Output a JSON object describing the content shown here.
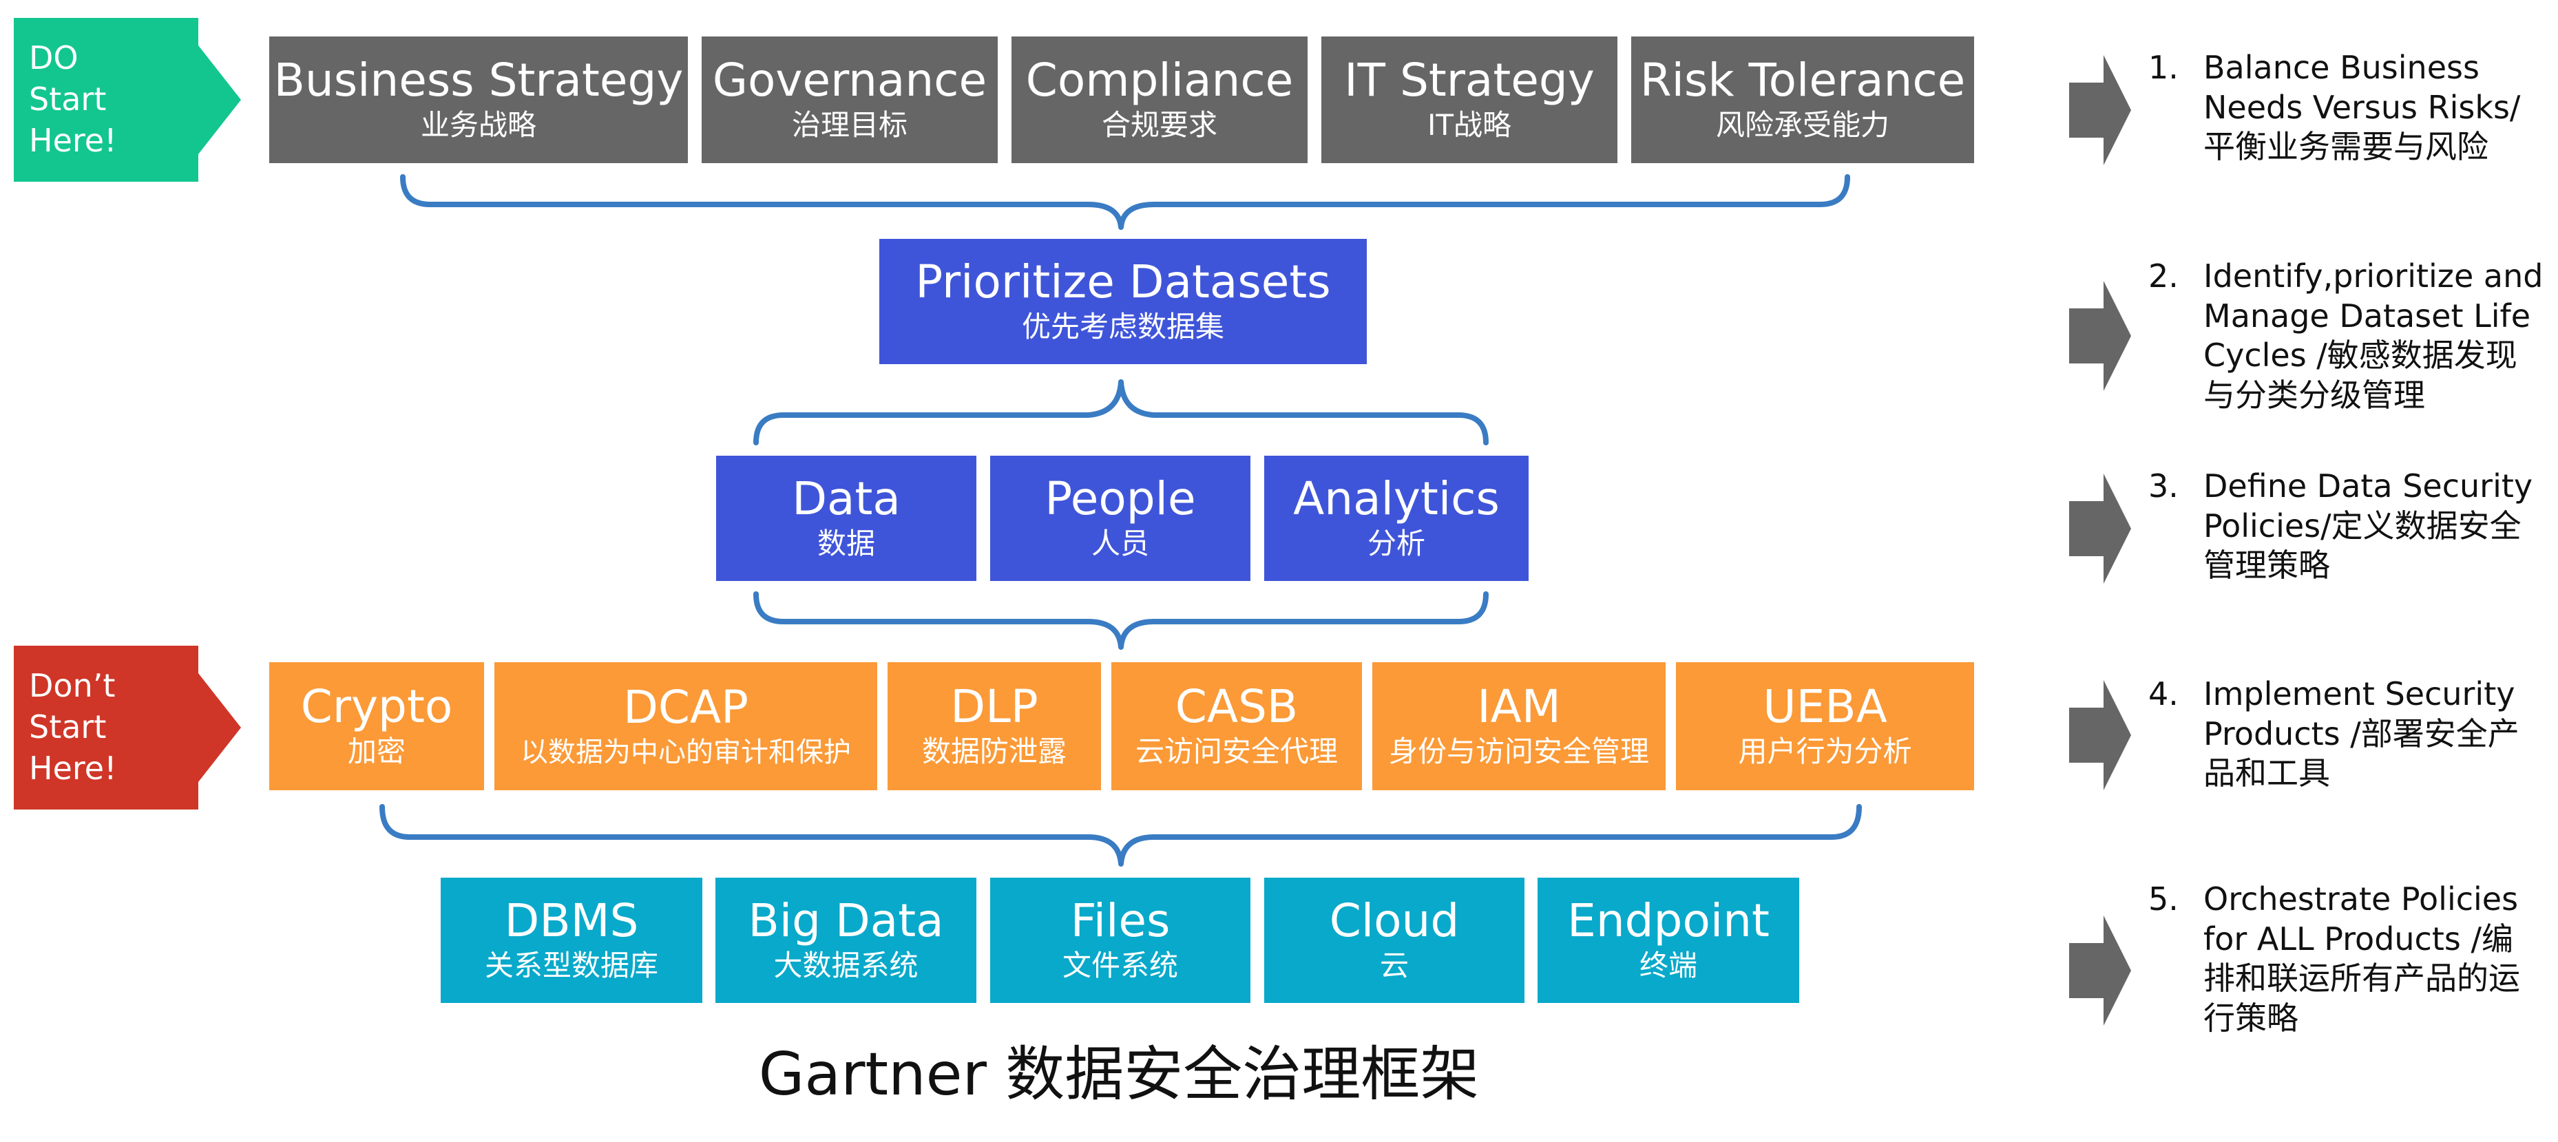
{
  "callouts": {
    "do": {
      "lines": [
        "DO",
        "Start",
        "Here!"
      ],
      "color": "#13c68f"
    },
    "dont": {
      "lines": [
        "Don’t",
        "Start",
        "Here!"
      ],
      "color": "#cf3628"
    }
  },
  "row1": [
    {
      "en": "Business Strategy",
      "zh": "业务战略"
    },
    {
      "en": "Governance",
      "zh": "治理目标"
    },
    {
      "en": "Compliance",
      "zh": "合规要求"
    },
    {
      "en": "IT Strategy",
      "zh": "IT战略"
    },
    {
      "en": "Risk Tolerance",
      "zh": "风险承受能力"
    }
  ],
  "row2": {
    "en": "Prioritize Datasets",
    "zh": "优先考虑数据集"
  },
  "row3": [
    {
      "en": "Data",
      "zh": "数据"
    },
    {
      "en": "People",
      "zh": "人员"
    },
    {
      "en": "Analytics",
      "zh": "分析"
    }
  ],
  "row4": [
    {
      "en": "Crypto",
      "zh": "加密"
    },
    {
      "en": "DCAP",
      "zh": "以数据为中心的审计和保护"
    },
    {
      "en": "DLP",
      "zh": "数据防泄露"
    },
    {
      "en": "CASB",
      "zh": "云访问安全代理"
    },
    {
      "en": "IAM",
      "zh": "身份与访问安全管理"
    },
    {
      "en": "UEBA",
      "zh": "用户行为分析"
    }
  ],
  "row5": [
    {
      "en": "DBMS",
      "zh": "关系型数据库"
    },
    {
      "en": "Big Data",
      "zh": "大数据系统"
    },
    {
      "en": "Files",
      "zh": "文件系统"
    },
    {
      "en": "Cloud",
      "zh": "云"
    },
    {
      "en": "Endpoint",
      "zh": "终端"
    }
  ],
  "steps": [
    {
      "num": "1.",
      "lines": [
        "Balance Business",
        "Needs Versus Risks/",
        "平衡业务需要与风险"
      ]
    },
    {
      "num": "2.",
      "lines": [
        "Identify,prioritize and",
        "Manage Dataset Life",
        "Cycles /敏感数据发现",
        "与分类分级管理"
      ]
    },
    {
      "num": "3.",
      "lines": [
        "Define Data Security",
        "Policies/定义数据安全",
        "管理策略"
      ]
    },
    {
      "num": "4.",
      "lines": [
        "Implement Security",
        "Products /部署安全产",
        "品和工具"
      ]
    },
    {
      "num": "5.",
      "lines": [
        "Orchestrate Policies",
        "for ALL Products /编",
        "排和联运所有产品的运",
        "行策略"
      ]
    }
  ],
  "title": "Gartner 数据安全治理框架",
  "colors": {
    "gray": "#666666",
    "blue": "#3f55d9",
    "orange": "#fb9a37",
    "cyan": "#08a9ca",
    "bracket": "#3a7cc3",
    "side_arrow": "#666666"
  }
}
